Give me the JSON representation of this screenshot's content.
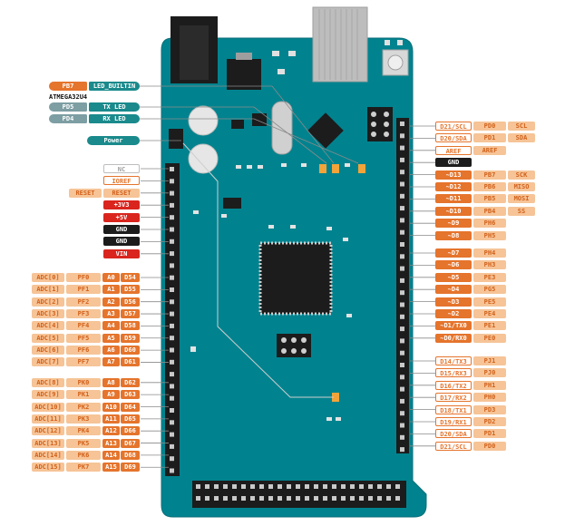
{
  "top_labels": {
    "builtin": {
      "port": "PB7",
      "name": "LED_BUILTIN"
    },
    "chip": "ATMEGA32U4",
    "tx": {
      "port": "PD5",
      "name": "TX LED"
    },
    "rx": {
      "port": "PD4",
      "name": "RX LED"
    },
    "power": "Power"
  },
  "power_pins": [
    {
      "text": "NC",
      "cls": "grey"
    },
    {
      "text": "IOREF",
      "cls": "outline"
    },
    {
      "text": "RESET",
      "cls": "orp",
      "left": "RESET"
    },
    {
      "text": "+3V3",
      "cls": "red"
    },
    {
      "text": "+5V",
      "cls": "red"
    },
    {
      "text": "GND",
      "cls": "dark"
    },
    {
      "text": "GND",
      "cls": "dark"
    },
    {
      "text": "VIN",
      "cls": "red"
    }
  ],
  "analog_pins": [
    {
      "adc": "ADC[0]",
      "port": "PF0",
      "a": "A0",
      "d": "D54"
    },
    {
      "adc": "ADC[1]",
      "port": "PF1",
      "a": "A1",
      "d": "D55"
    },
    {
      "adc": "ADC[2]",
      "port": "PF2",
      "a": "A2",
      "d": "D56"
    },
    {
      "adc": "ADC[3]",
      "port": "PF3",
      "a": "A3",
      "d": "D57"
    },
    {
      "adc": "ADC[4]",
      "port": "PF4",
      "a": "A4",
      "d": "D58"
    },
    {
      "adc": "ADC[5]",
      "port": "PF5",
      "a": "A5",
      "d": "D59"
    },
    {
      "adc": "ADC[6]",
      "port": "PF6",
      "a": "A6",
      "d": "D60"
    },
    {
      "adc": "ADC[7]",
      "port": "PF7",
      "a": "A7",
      "d": "D61"
    },
    {
      "adc": "ADC[8]",
      "port": "PK0",
      "a": "A8",
      "d": "D62"
    },
    {
      "adc": "ADC[9]",
      "port": "PK1",
      "a": "A9",
      "d": "D63"
    },
    {
      "adc": "ADC[10]",
      "port": "PK2",
      "a": "A10",
      "d": "D64"
    },
    {
      "adc": "ADC[11]",
      "port": "PK3",
      "a": "A11",
      "d": "D65"
    },
    {
      "adc": "ADC[12]",
      "port": "PK4",
      "a": "A12",
      "d": "D66"
    },
    {
      "adc": "ADC[13]",
      "port": "PK5",
      "a": "A13",
      "d": "D67"
    },
    {
      "adc": "ADC[14]",
      "port": "PK6",
      "a": "A14",
      "d": "D68"
    },
    {
      "adc": "ADC[15]",
      "port": "PK7",
      "a": "A15",
      "d": "D69"
    }
  ],
  "right_top": [
    {
      "pin": "D21/SCL",
      "port": "PD0",
      "fn": "SCL",
      "pcls": "outline",
      "fcls": "orp"
    },
    {
      "pin": "D20/SDA",
      "port": "PD1",
      "fn": "SDA",
      "pcls": "outline",
      "fcls": "orp"
    },
    {
      "pin": "AREF",
      "port": "AREF",
      "fn": "",
      "pcls": "outline",
      "fcls": "outline"
    },
    {
      "pin": "GND",
      "port": "",
      "fn": "",
      "pcls": "dark",
      "fcls": ""
    },
    {
      "pin": "~D13",
      "port": "PB7",
      "fn": "SCK",
      "pcls": "or",
      "fcls": "orp"
    },
    {
      "pin": "~D12",
      "port": "PB6",
      "fn": "MISO",
      "pcls": "or",
      "fcls": "orp"
    },
    {
      "pin": "~D11",
      "port": "PB5",
      "fn": "MOSI",
      "pcls": "or",
      "fcls": "orp"
    },
    {
      "pin": "~D10",
      "port": "PB4",
      "fn": "SS",
      "pcls": "or",
      "fcls": "orp"
    },
    {
      "pin": "~D9",
      "port": "PH6",
      "fn": "",
      "pcls": "or",
      "fcls": ""
    },
    {
      "pin": "~D8",
      "port": "PH5",
      "fn": "",
      "pcls": "or",
      "fcls": ""
    }
  ],
  "right_mid": [
    {
      "pin": "~D7",
      "port": "PH4"
    },
    {
      "pin": "~D6",
      "port": "PH3"
    },
    {
      "pin": "~D5",
      "port": "PE3"
    },
    {
      "pin": "~D4",
      "port": "PG5"
    },
    {
      "pin": "~D3",
      "port": "PE5"
    },
    {
      "pin": "~D2",
      "port": "PE4"
    },
    {
      "pin": "~D1/TX0",
      "port": "PE1"
    },
    {
      "pin": "~D0/RX0",
      "port": "PE0"
    }
  ],
  "right_bot": [
    {
      "pin": "D14/TX3",
      "port": "PJ1"
    },
    {
      "pin": "D15/RX3",
      "port": "PJ0"
    },
    {
      "pin": "D16/TX2",
      "port": "PH1"
    },
    {
      "pin": "D17/RX2",
      "port": "PH0"
    },
    {
      "pin": "D18/TX1",
      "port": "PD3"
    },
    {
      "pin": "D19/RX1",
      "port": "PD2"
    },
    {
      "pin": "D20/SDA",
      "port": "PD1"
    },
    {
      "pin": "D21/SCL",
      "port": "PD0"
    }
  ]
}
